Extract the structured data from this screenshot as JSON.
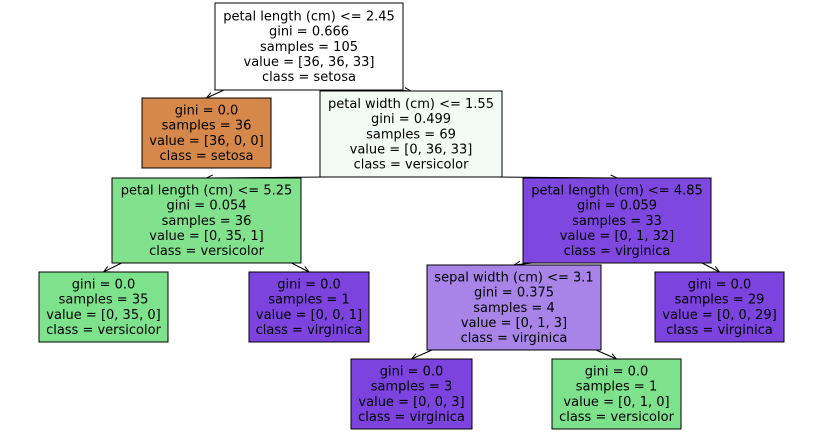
{
  "tree": {
    "nodes": [
      {
        "id": "n0",
        "lines": [
          "petal length (cm) <= 2.45",
          "gini = 0.666",
          "samples = 105",
          "value = [36, 36, 33]",
          "class = setosa"
        ],
        "fill": "#ffffff"
      },
      {
        "id": "n1",
        "lines": [
          "gini = 0.0",
          "samples = 36",
          "value = [36, 0, 0]",
          "class = setosa"
        ],
        "fill": "#d6884b"
      },
      {
        "id": "n2",
        "lines": [
          "petal width (cm) <= 1.55",
          "gini = 0.499",
          "samples = 69",
          "value = [0, 36, 33]",
          "class = versicolor"
        ],
        "fill": "#f2fcf5"
      },
      {
        "id": "n3",
        "lines": [
          "petal length (cm) <= 5.25",
          "gini = 0.054",
          "samples = 36",
          "value = [0, 35, 1]",
          "class = versicolor"
        ],
        "fill": "#82e18d"
      },
      {
        "id": "n4",
        "lines": [
          "petal length (cm) <= 4.85",
          "gini = 0.059",
          "samples = 33",
          "value = [0, 1, 32]",
          "class = virginica"
        ],
        "fill": "#7e47e0"
      },
      {
        "id": "n5",
        "lines": [
          "gini = 0.0",
          "samples = 35",
          "value = [0, 35, 0]",
          "class = versicolor"
        ],
        "fill": "#7ee18b"
      },
      {
        "id": "n6",
        "lines": [
          "gini = 0.0",
          "samples = 1",
          "value = [0, 0, 1]",
          "class = virginica"
        ],
        "fill": "#7c43de"
      },
      {
        "id": "n7",
        "lines": [
          "sepal width (cm) <= 3.1",
          "gini = 0.375",
          "samples = 4",
          "value = [0, 1, 3]",
          "class = virginica"
        ],
        "fill": "#a884e8"
      },
      {
        "id": "n8",
        "lines": [
          "gini = 0.0",
          "samples = 29",
          "value = [0, 0, 29]",
          "class = virginica"
        ],
        "fill": "#7c43de"
      },
      {
        "id": "n9",
        "lines": [
          "gini = 0.0",
          "samples = 3",
          "value = [0, 0, 3]",
          "class = virginica"
        ],
        "fill": "#7c43de"
      },
      {
        "id": "n10",
        "lines": [
          "gini = 0.0",
          "samples = 1",
          "value = [0, 1, 0]",
          "class = versicolor"
        ],
        "fill": "#7ee18b"
      }
    ],
    "edges": [
      [
        "n0",
        "n1"
      ],
      [
        "n0",
        "n2"
      ],
      [
        "n2",
        "n3"
      ],
      [
        "n2",
        "n4"
      ],
      [
        "n3",
        "n5"
      ],
      [
        "n3",
        "n6"
      ],
      [
        "n4",
        "n7"
      ],
      [
        "n4",
        "n8"
      ],
      [
        "n7",
        "n9"
      ],
      [
        "n7",
        "n10"
      ]
    ]
  }
}
